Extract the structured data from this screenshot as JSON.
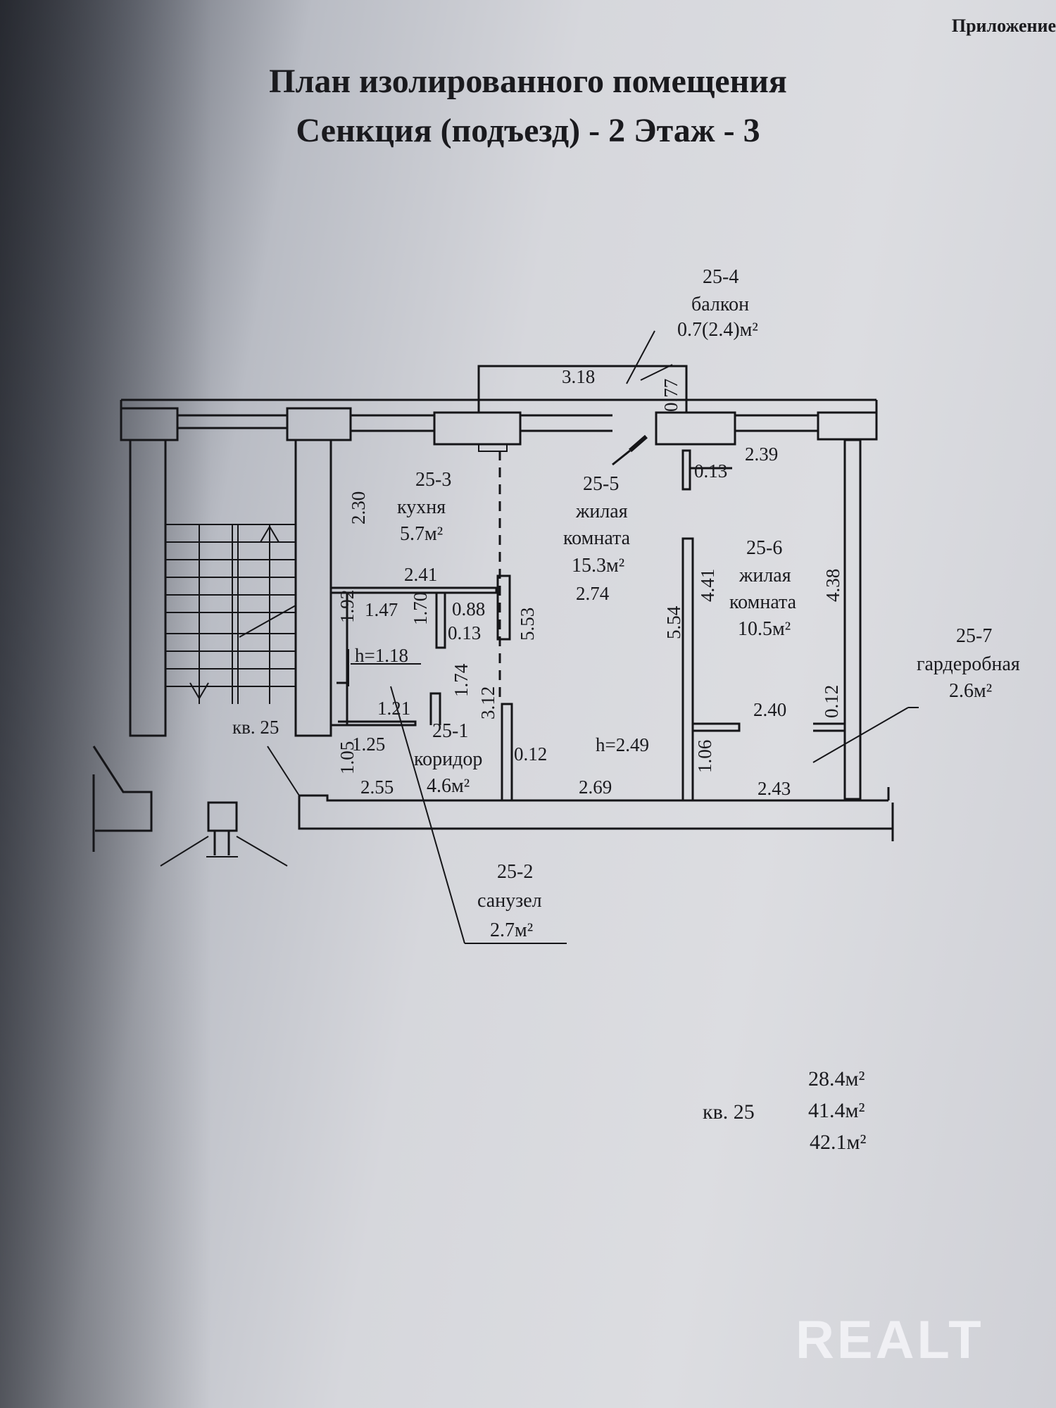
{
  "header": {
    "corner_text": "Приложение",
    "title_line1": "План изолированного помещения",
    "title_line2": "Сенкция (подъезд) - 2   Этаж - 3"
  },
  "rooms": [
    {
      "id": "25-4",
      "name": "балкон",
      "area": "0.7(2.4)м²"
    },
    {
      "id": "25-3",
      "name": "кухня",
      "area": "5.7м²"
    },
    {
      "id": "25-5",
      "name_line1": "жилая",
      "name_line2": "комната",
      "area": "15.3м²"
    },
    {
      "id": "25-6",
      "name_line1": "жилая",
      "name_line2": "комната",
      "area": "10.5м²"
    },
    {
      "id": "25-7",
      "name": "гардеробная",
      "area": "2.6м²"
    },
    {
      "id": "25-1",
      "name": "коридор",
      "area": "4.6м²"
    },
    {
      "id": "25-2",
      "name": "санузел",
      "area": "2.7м²"
    }
  ],
  "dimensions": {
    "balcony_width": "3.18",
    "balcony_depth": "0.77",
    "d_239": "2.39",
    "d_013a": "0.13",
    "kitchen_height": "2.30",
    "kitchen_width": "2.41",
    "d_274": "2.74",
    "d_147": "1.47",
    "d_170": "1.70",
    "d_088": "0.88",
    "d_013b": "0.13",
    "d_192": "1.92",
    "d_553": "5.53",
    "d_554": "5.54",
    "d_441": "4.41",
    "d_438": "4.38",
    "h_118": "h=1.18",
    "d_174": "1.74",
    "d_312": "3.12",
    "d_121": "1.21",
    "d_125": "1.25",
    "d_105": "1.05",
    "d_255": "2.55",
    "d_012a": "0.12",
    "h_249": "h=2.49",
    "d_269": "2.69",
    "d_106": "1.06",
    "d_243": "2.43",
    "d_240": "2.40",
    "d_012b": "0.12",
    "apt_label": "кв. 25"
  },
  "totals": {
    "apt_label": "кв. 25",
    "values": [
      "28.4м²",
      "41.4м²",
      "42.1м²"
    ]
  },
  "watermark": "REALT"
}
